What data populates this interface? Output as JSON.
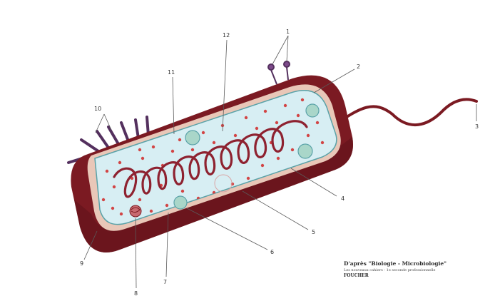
{
  "labels": {
    "n1": "1",
    "n2": "2",
    "n3": "3",
    "n4": "4",
    "n5": "5",
    "n6": "6",
    "n7": "7",
    "n8": "8",
    "n9": "9",
    "n10": "10",
    "n11": "11",
    "n12": "12"
  },
  "credit": {
    "line1": "D'après \"Biologie - Microbiologie\"",
    "line2": "Les nouveaux cahiers - 1e seconde professionnelle",
    "line3": "FOUCHER"
  },
  "colors": {
    "cell_wall": "#7b1a22",
    "cell_wall_dark": "#5e1219",
    "membrane": "#e9c7b8",
    "cytoplasm": "#d7eef3",
    "membrane_edge": "#5aa2a8",
    "ribosome_dots": "#d24545",
    "chromosome": "#8e2230",
    "vesicle": "#a9d6c9",
    "pili": "#54305e"
  }
}
